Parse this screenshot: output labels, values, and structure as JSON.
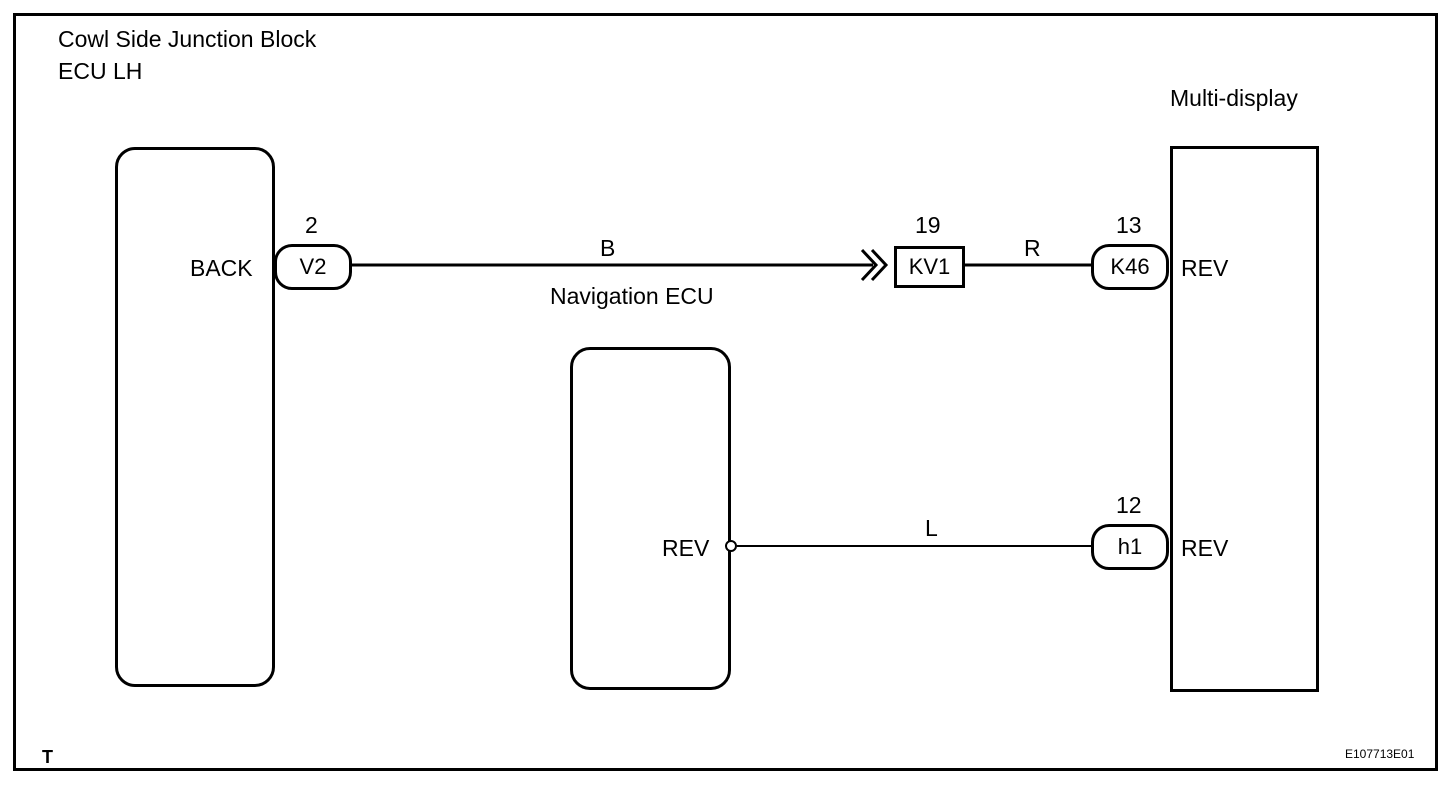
{
  "components": {
    "cowl": {
      "title_line1": "Cowl Side Junction Block",
      "title_line2": "ECU LH",
      "pin_label": "BACK"
    },
    "navigation_ecu": {
      "title": "Navigation ECU",
      "pin_label": "REV"
    },
    "multi_display": {
      "title": "Multi-display",
      "pin_label_top": "REV",
      "pin_label_bottom": "REV"
    }
  },
  "connectors": {
    "v2": {
      "name": "V2",
      "pin": "2"
    },
    "kv1": {
      "name": "KV1",
      "pin": "19"
    },
    "k46": {
      "name": "K46",
      "pin": "13"
    },
    "h1": {
      "name": "h1",
      "pin": "12"
    }
  },
  "wires": {
    "back_to_kv1": {
      "color_code": "B"
    },
    "kv1_to_k46": {
      "color_code": "R"
    },
    "nav_to_h1": {
      "color_code": "L"
    }
  },
  "footer": {
    "left_mark": "T",
    "figure_id": "E107713E01"
  }
}
